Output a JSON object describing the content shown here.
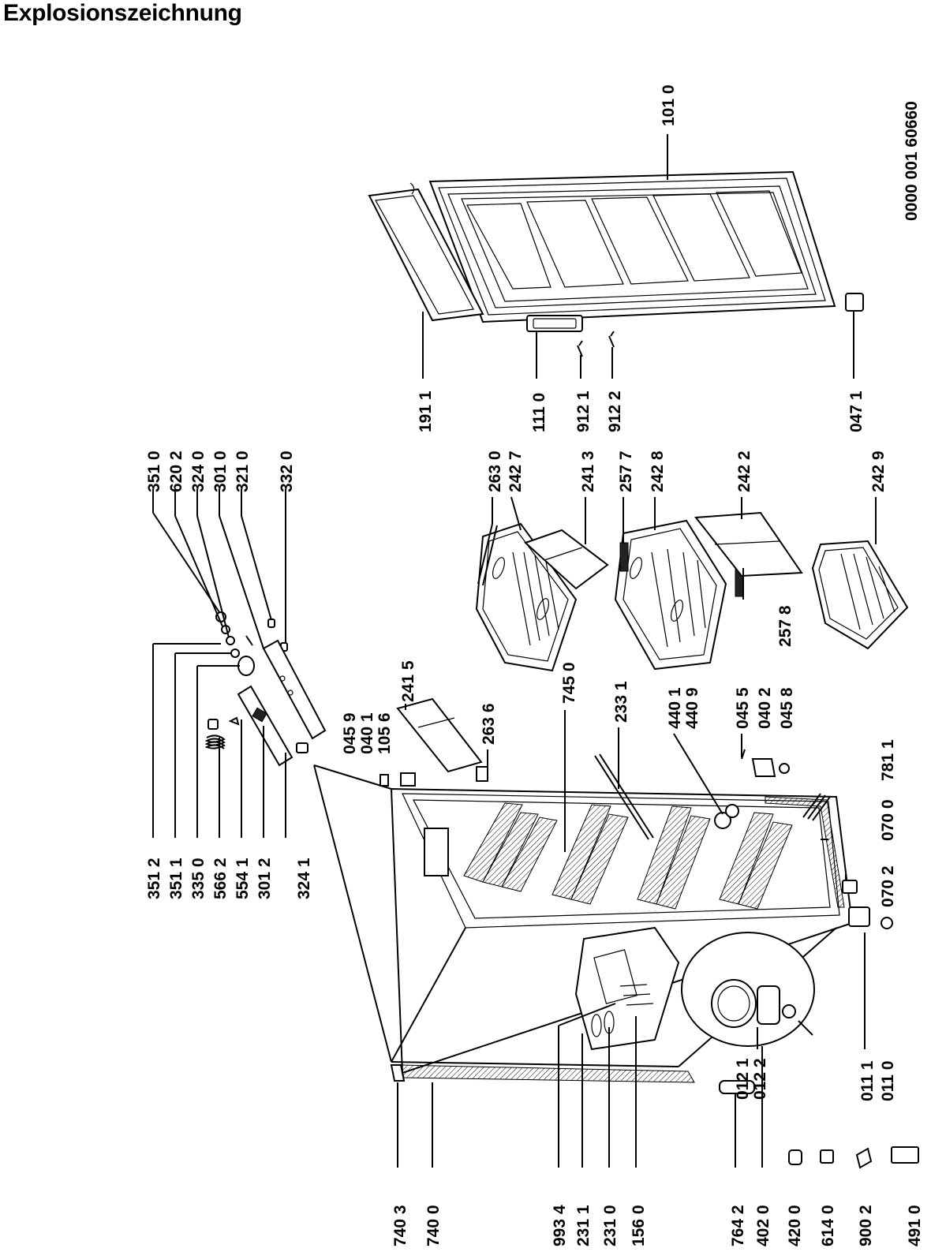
{
  "title": "Explosionszeichnung",
  "doc_number": "0000 001 60660",
  "colors": {
    "ink": "#000000",
    "background": "#ffffff"
  },
  "parts": [
    {
      "id": "101 0"
    },
    {
      "id": "191 1"
    },
    {
      "id": "111 0"
    },
    {
      "id": "912 1"
    },
    {
      "id": "912 2"
    },
    {
      "id": "047 1"
    },
    {
      "id": "263 0"
    },
    {
      "id": "242 7"
    },
    {
      "id": "241 3"
    },
    {
      "id": "257 7"
    },
    {
      "id": "242 8"
    },
    {
      "id": "242 2"
    },
    {
      "id": "257 8"
    },
    {
      "id": "242 9"
    },
    {
      "id": "351 0"
    },
    {
      "id": "620 2"
    },
    {
      "id": "324 0"
    },
    {
      "id": "301 0"
    },
    {
      "id": "321 0"
    },
    {
      "id": "332 0"
    },
    {
      "id": "351 2"
    },
    {
      "id": "351 1"
    },
    {
      "id": "335 0"
    },
    {
      "id": "566 2"
    },
    {
      "id": "554 1"
    },
    {
      "id": "301 2"
    },
    {
      "id": "324 1"
    },
    {
      "id": "045 9"
    },
    {
      "id": "040 1"
    },
    {
      "id": "105 6"
    },
    {
      "id": "241 5"
    },
    {
      "id": "263 6"
    },
    {
      "id": "745 0"
    },
    {
      "id": "233 1"
    },
    {
      "id": "440 1"
    },
    {
      "id": "440 9"
    },
    {
      "id": "045 5"
    },
    {
      "id": "040 2"
    },
    {
      "id": "045 8"
    },
    {
      "id": "070 2"
    },
    {
      "id": "070 0"
    },
    {
      "id": "781 1"
    },
    {
      "id": "011 1"
    },
    {
      "id": "011 0"
    },
    {
      "id": "012 1"
    },
    {
      "id": "012 2"
    },
    {
      "id": "740 3"
    },
    {
      "id": "740 0"
    },
    {
      "id": "993 4"
    },
    {
      "id": "231 1"
    },
    {
      "id": "231 0"
    },
    {
      "id": "156 0"
    },
    {
      "id": "764 2"
    },
    {
      "id": "402 0"
    },
    {
      "id": "420 0"
    },
    {
      "id": "614 0"
    },
    {
      "id": "900 2"
    },
    {
      "id": "491 0"
    }
  ]
}
